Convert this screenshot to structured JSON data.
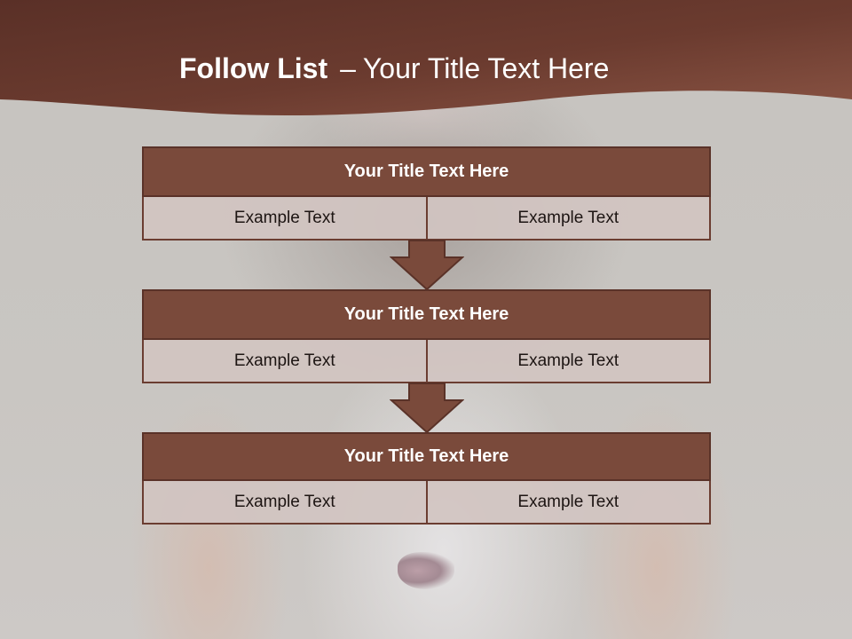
{
  "slide": {
    "title_bold": "Follow List",
    "title_separator": "–",
    "title_rest": "Your Title Text Here"
  },
  "colors": {
    "header": "#6a3a2e",
    "block_title": "#7a4a3b",
    "cell": "#d1c4c1",
    "arrow": "#7a4a3b"
  },
  "blocks": [
    {
      "title": "Your Title Text Here",
      "cells": [
        "Example Text",
        "Example Text"
      ]
    },
    {
      "title": "Your Title Text Here",
      "cells": [
        "Example Text",
        "Example Text"
      ]
    },
    {
      "title": "Your Title Text Here",
      "cells": [
        "Example Text",
        "Example Text"
      ]
    }
  ],
  "connectors": [
    "down-arrow-icon",
    "down-arrow-icon"
  ]
}
